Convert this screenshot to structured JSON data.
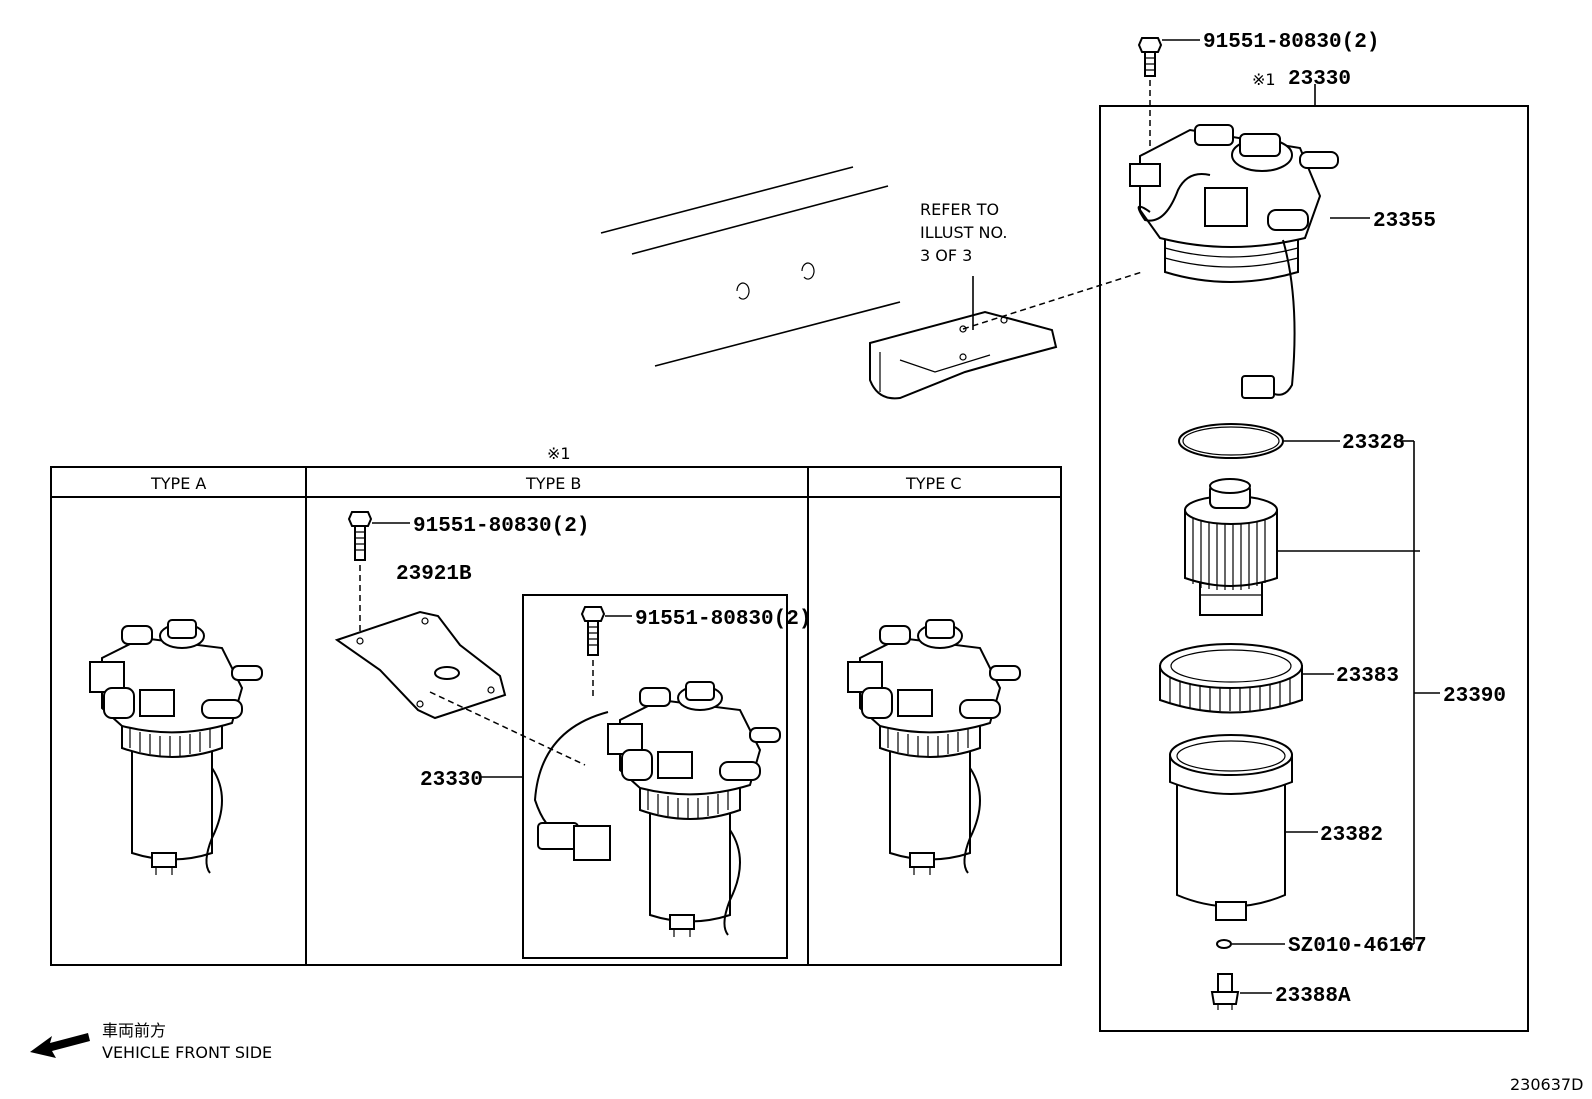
{
  "labels": {
    "bolt_top": "91551-80830(2)",
    "assy_top_mark": "※1",
    "assy_top": "23330",
    "refer_line1": "REFER TO",
    "refer_line2": "ILLUST NO.",
    "refer_line3": "3 OF 3",
    "p23355": "23355",
    "p23328": "23328",
    "p23383": "23383",
    "p23390": "23390",
    "p23382": "23382",
    "sz010": "SZ010-46167",
    "p23388a": "23388A",
    "table_mark": "※1",
    "type_a": "TYPE A",
    "type_b": "TYPE B",
    "type_c": "TYPE C",
    "bolt_b1": "91551-80830(2)",
    "bracket_b": "23921B",
    "bolt_b2": "91551-80830(2)",
    "assy_b": "23330",
    "front_jp": "車両前方",
    "front_en": "VEHICLE FRONT SIDE",
    "diagram_id": "230637D"
  }
}
